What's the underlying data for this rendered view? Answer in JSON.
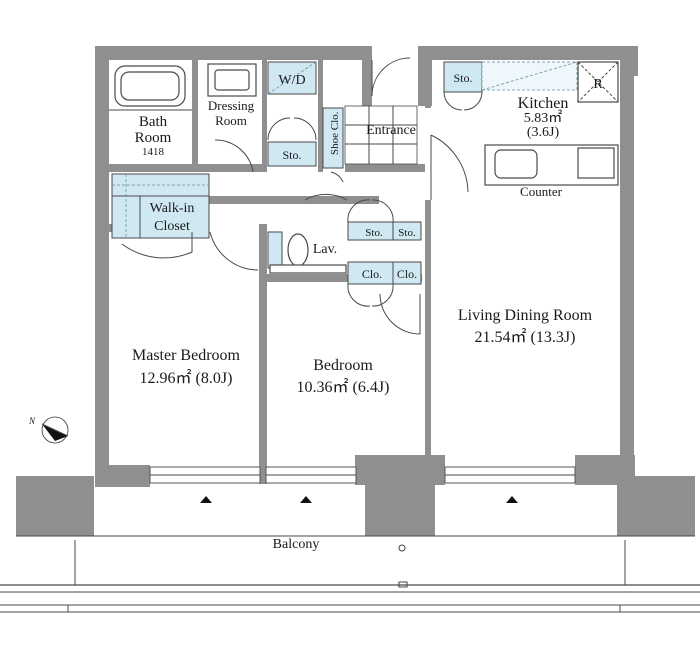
{
  "rooms": {
    "bath": {
      "line1": "Bath",
      "line2": "Room",
      "code": "1418"
    },
    "dressing": {
      "line1": "Dressing",
      "line2": "Room"
    },
    "wd": "W/D",
    "shoe_clo": "Shoe Clo.",
    "entrance": "Entrance",
    "kitchen": {
      "name": "Kitchen",
      "area": "5.83㎡",
      "jo": "(3.6J)"
    },
    "refrigerator": "R",
    "counter": "Counter",
    "walkin": {
      "line1": "Walk-in",
      "line2": "Closet"
    },
    "lav": "Lav.",
    "living": {
      "name": "Living Dining Room",
      "area": "21.54㎡ (13.3J)"
    },
    "master": {
      "name": "Master Bedroom",
      "area": "12.96㎡ (8.0J)"
    },
    "bedroom": {
      "name": "Bedroom",
      "area": "10.36㎡ (6.4J)"
    },
    "balcony": "Balcony"
  },
  "storage": {
    "sto": "Sto.",
    "clo": "Clo."
  },
  "compass": {
    "north": "N"
  },
  "colors": {
    "wall": "#8f8f8f",
    "storage": "#cfe8f2"
  }
}
